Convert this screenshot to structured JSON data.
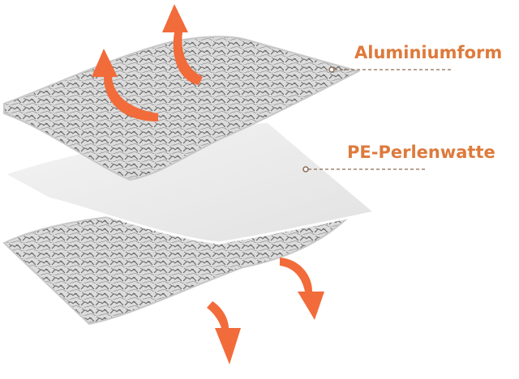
{
  "colors": {
    "label_text": "#dd7a3c",
    "arrow_fill": "#f26b3a",
    "arrow_shadow": "#f7a07c",
    "leader_line": "#8a6a55",
    "foil_base": "#d9d9d9",
    "foil_dark": "#6e6e6e",
    "foil_edge": "#bdbdbd",
    "foam_fill": "#ececec",
    "foam_edge": "#ffffff"
  },
  "layers": [
    {
      "label": "Aluminiumform",
      "material": "aluminium-foil"
    },
    {
      "label": "PE-Perlenwatte",
      "material": "pe-foam"
    },
    {
      "label": "",
      "material": "aluminium-foil"
    }
  ],
  "icons": {
    "arrow_up": "arrow-up-curved-icon",
    "arrow_down": "arrow-down-curved-icon"
  }
}
